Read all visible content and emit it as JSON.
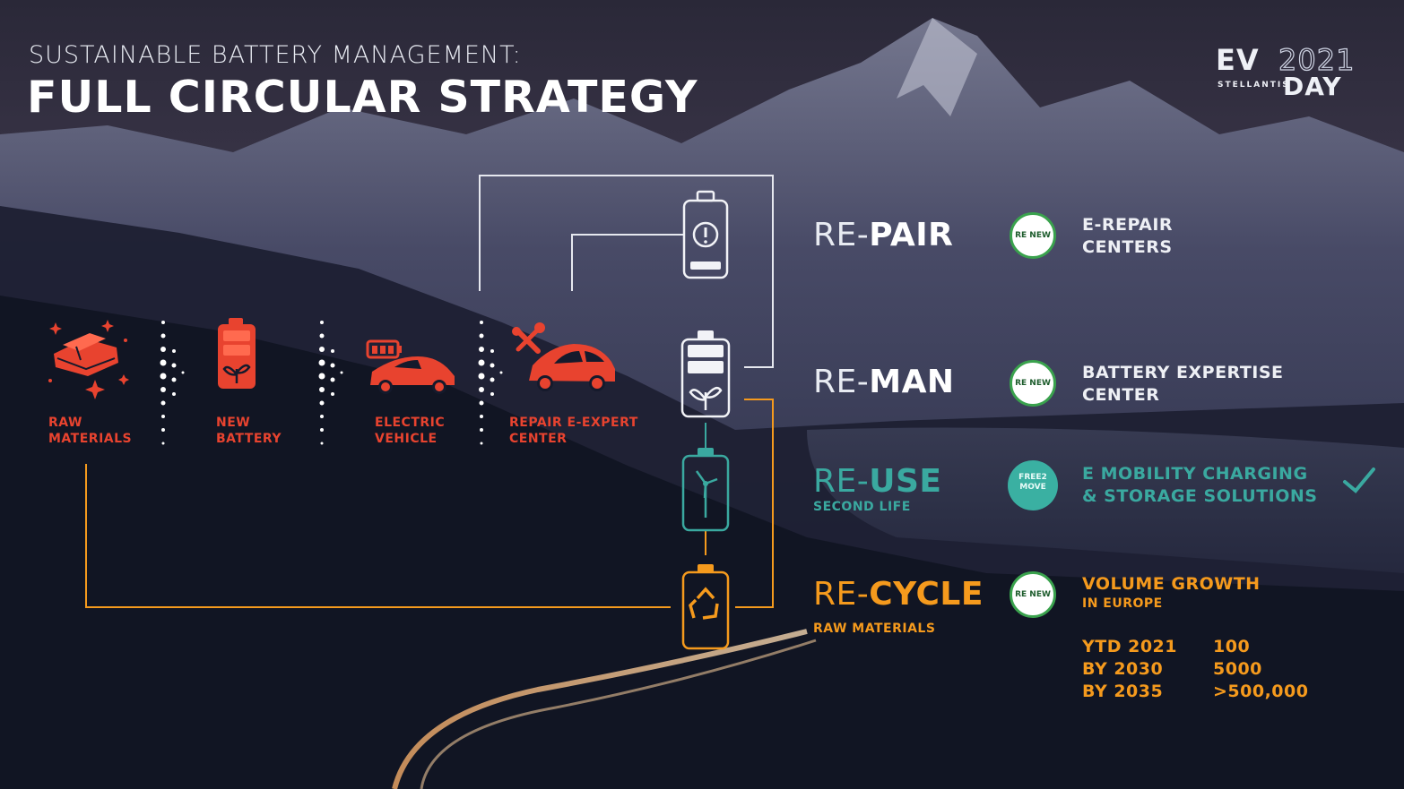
{
  "header": {
    "subtitle": "SUSTAINABLE BATTERY MANAGEMENT:",
    "title": "FULL CIRCULAR STRATEGY"
  },
  "logo": {
    "ev": "EV",
    "year": "2021",
    "stellantis": "STELLANTIS",
    "day": "DAY"
  },
  "steps": [
    {
      "line1": "RAW",
      "line2": "MATERIALS",
      "icon": "raw-materials-icon"
    },
    {
      "line1": "NEW",
      "line2": "BATTERY",
      "icon": "new-battery-icon"
    },
    {
      "line1": "ELECTRIC",
      "line2": "VEHICLE",
      "icon": "electric-vehicle-icon"
    },
    {
      "line1": "REPAIR E-EXPERT",
      "line2": "CENTER",
      "icon": "repair-car-icon"
    }
  ],
  "stages": [
    {
      "prefix": "RE-",
      "name": "PAIR",
      "sub": "",
      "color": "#ffffff",
      "badge": "RE NEW",
      "desc1": "E-REPAIR",
      "desc2": "CENTERS",
      "desc_color": "#eef0f5"
    },
    {
      "prefix": "RE-",
      "name": "MAN",
      "sub": "",
      "color": "#ffffff",
      "badge": "RE NEW",
      "desc1": "BATTERY EXPERTISE",
      "desc2": "CENTER",
      "desc_color": "#eef0f5"
    },
    {
      "prefix": "RE-",
      "name": "USE",
      "sub": "SECOND LIFE",
      "color": "#3aa9a0",
      "badge": "FREE2 MOVE",
      "desc1": "E MOBILITY CHARGING",
      "desc2": "& STORAGE SOLUTIONS",
      "desc_color": "#3aa9a0"
    },
    {
      "prefix": "RE-",
      "name": "CYCLE",
      "sub": "RAW MATERIALS",
      "color": "#f59a1d",
      "badge": "RE NEW",
      "desc1": "VOLUME GROWTH",
      "desc2": "IN EUROPE",
      "desc_color": "#f59a1d"
    }
  ],
  "volume": [
    {
      "label": "YTD 2021",
      "value": "100"
    },
    {
      "label": "BY 2030",
      "value": "5000"
    },
    {
      "label": "BY 2035",
      "value": ">500,000"
    }
  ],
  "colors": {
    "red": "#e8432f",
    "orange": "#f59a1d",
    "teal": "#3aa9a0",
    "white": "#ffffff"
  }
}
